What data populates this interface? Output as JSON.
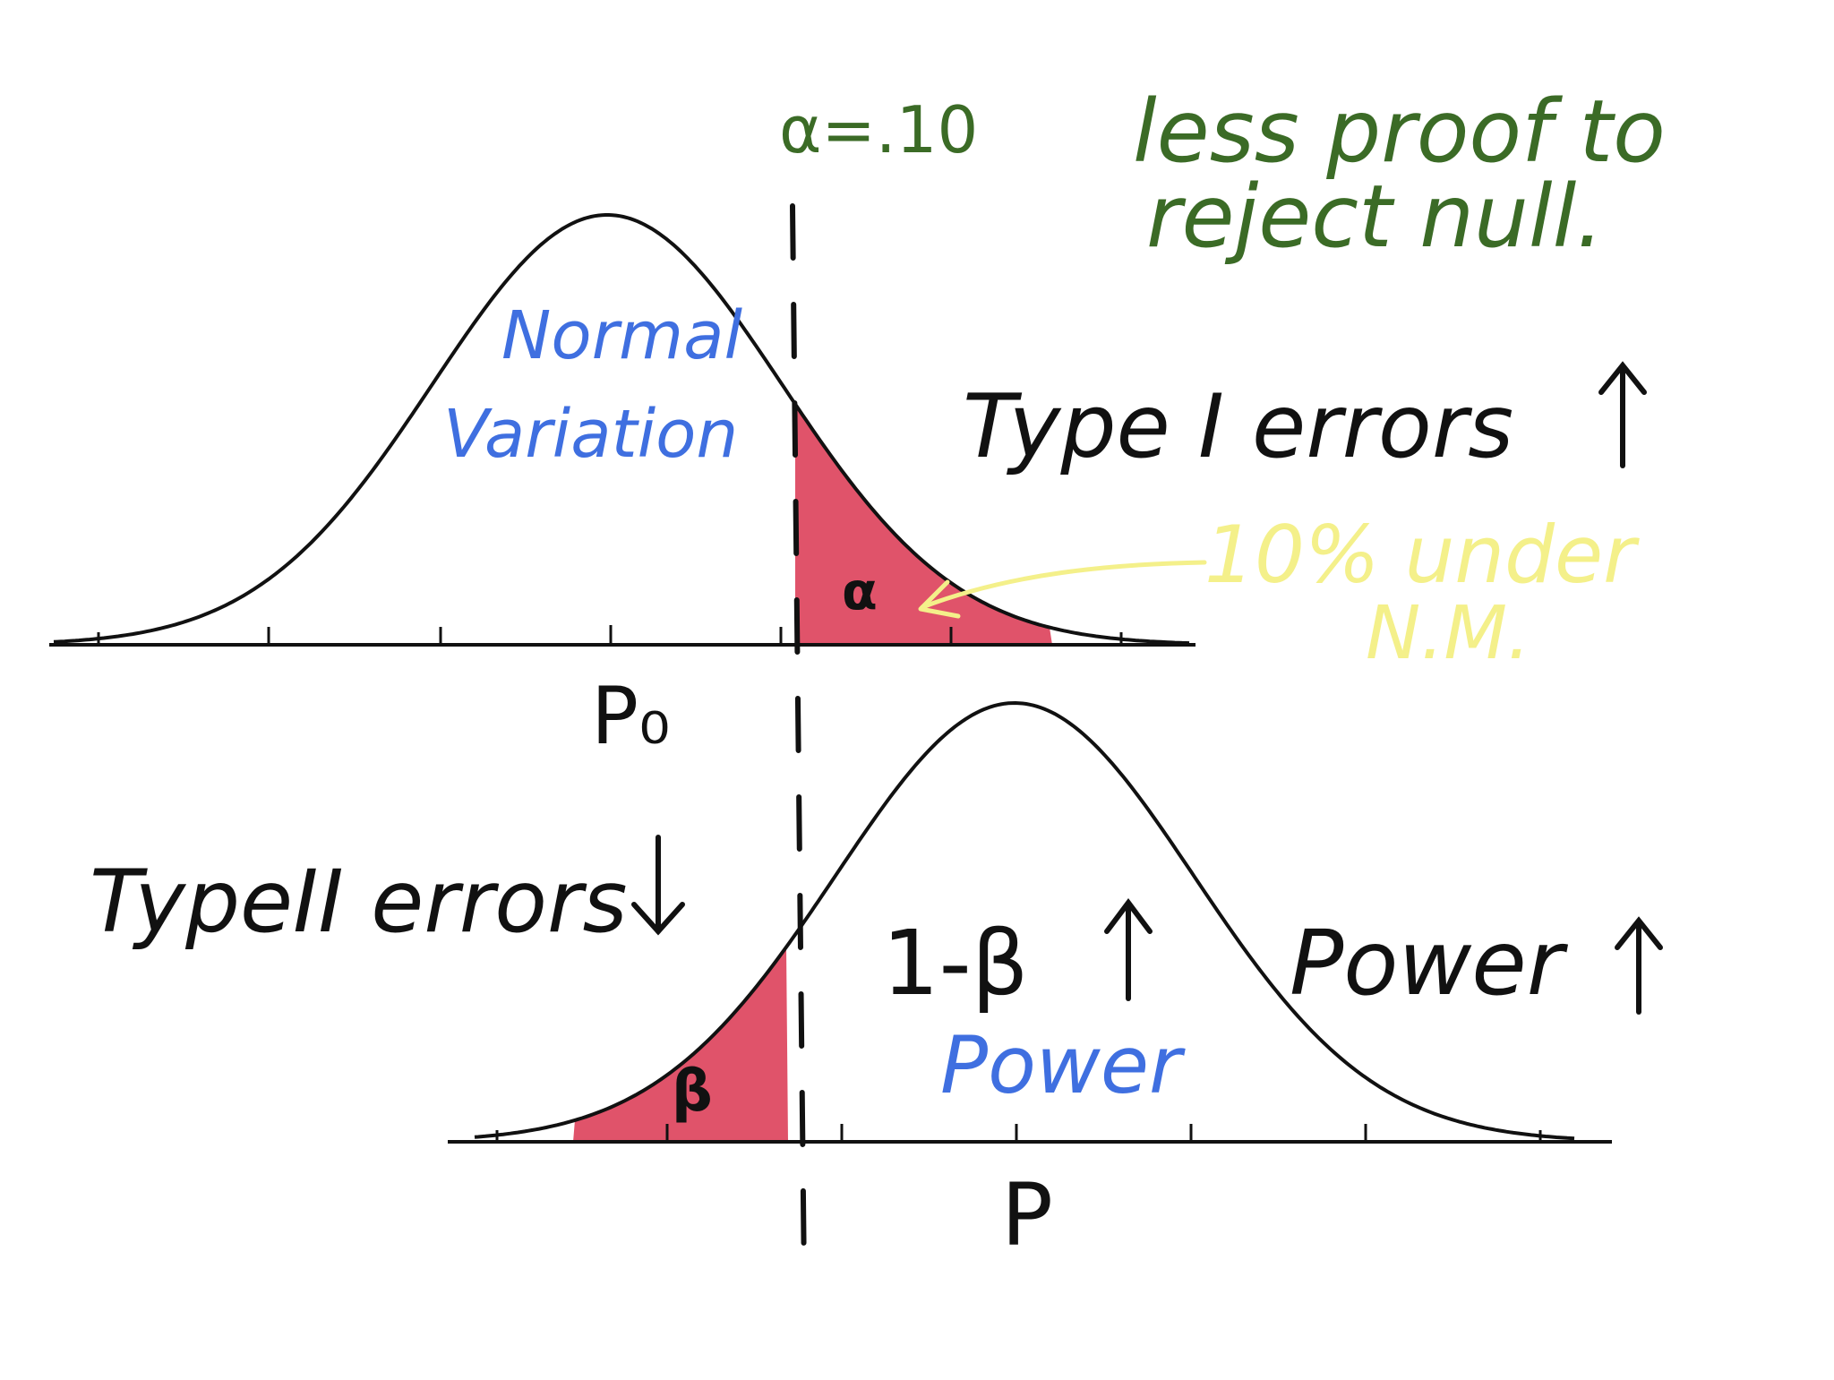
{
  "annotations": {
    "alpha_value": "α=.10",
    "note_line1": "less proof to",
    "note_line2": "reject null.",
    "type1_label": "Type I errors",
    "type2_label": "TypeII errors",
    "power_label_right": "Power",
    "power_label_center": "Power",
    "one_minus_beta": "1-β",
    "null_curve_label_line1": "Normal",
    "null_curve_label_line2": "Variation",
    "alpha_region_label": "α",
    "beta_region_label": "β",
    "under_nm_line1": "10% under",
    "under_nm_line2": "N.M.",
    "null_mean_label": "P₀",
    "alt_mean_label": "P",
    "arrow_up": "↑",
    "arrow_down": "↓"
  },
  "colors": {
    "ink": "#111111",
    "green": "#3b6b26",
    "blue": "#3f6fe0",
    "yellow": "#f4f08a",
    "shade": "#e0536a"
  }
}
